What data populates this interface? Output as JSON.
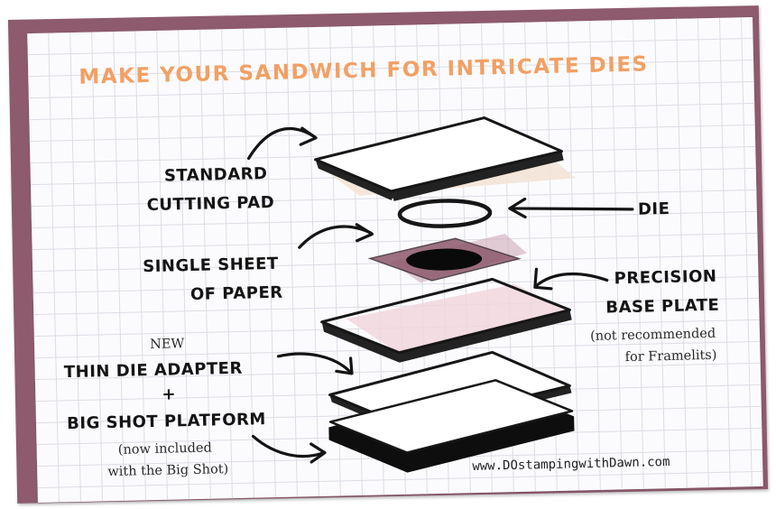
{
  "title": "MAKE YOUR SANDWICH FOR INTRICATE DIES",
  "labels": {
    "standard_cutting_pad_line1": "STANDARD",
    "standard_cutting_pad_line2": "CUTTING PAD",
    "die": "DIE",
    "single_sheet_line1": "SINGLE SHEET",
    "single_sheet_line2": "OF PAPER",
    "precision_base_plate_line1": "PRECISION",
    "precision_base_plate_line2": "BASE PLATE",
    "precision_note_line1": "(not recommended",
    "precision_note_line2": "for Framelits)",
    "new_tag": "NEW",
    "thin_die_adapter": "THIN DIE ADAPTER",
    "plus": "+",
    "big_shot_platform": "BIG SHOT PLATFORM",
    "platform_note_line1": "(now included",
    "platform_note_line2": "with the Big Shot)"
  },
  "website": "www.DOstampingwithDawn.com",
  "colors": {
    "border": "#8e5a6e",
    "title": "#f2a064",
    "pad_tint": "#f3e3d6",
    "paper_tint": "#8d5a6c",
    "plate_tint": "#f1d6dd",
    "ink": "#141414"
  }
}
